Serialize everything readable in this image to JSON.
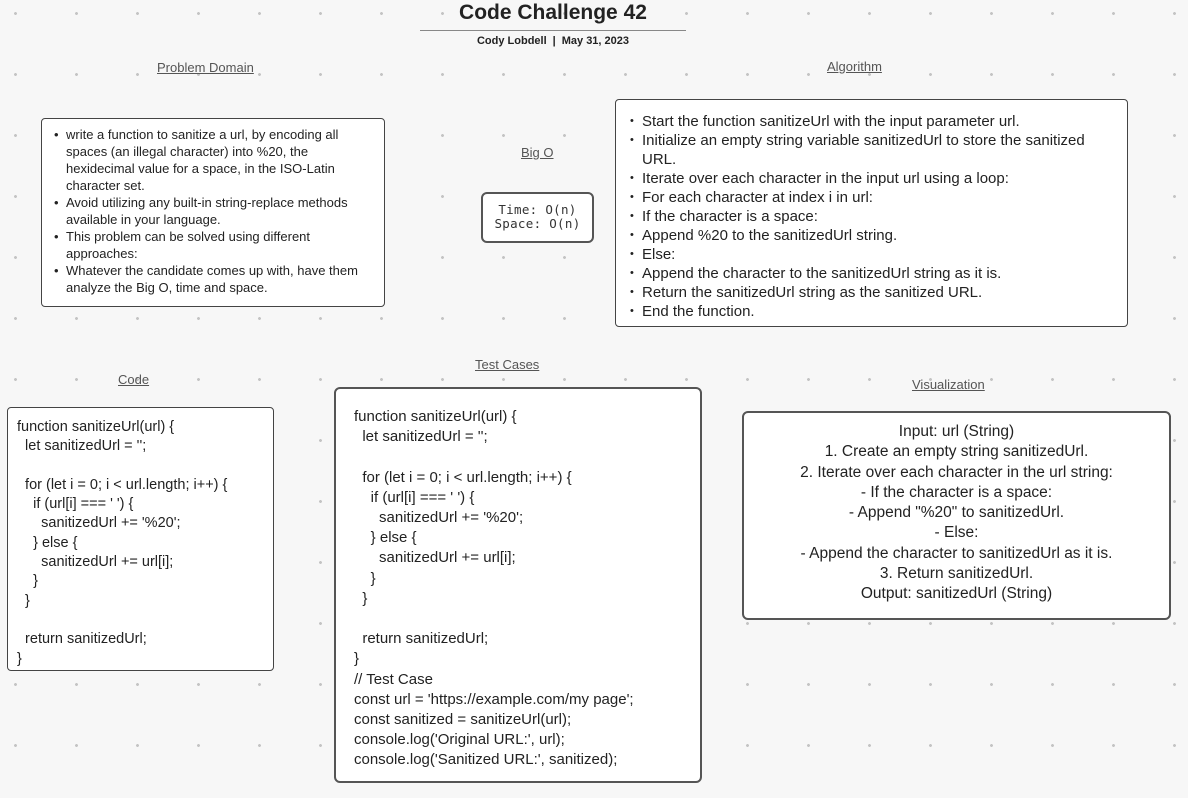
{
  "header": {
    "title": "Code Challenge 42",
    "author": "Cody Lobdell",
    "separator": "|",
    "date": "May 31, 2023"
  },
  "problem_domain": {
    "heading": "Problem Domain",
    "items": [
      "write a function to sanitize a url, by encoding all spaces (an illegal character) into %20, the hexidecimal value for a space, in the ISO-Latin character set.",
      "Avoid utilizing any built-in string-replace methods available in your language.",
      "This problem can be solved using different approaches:",
      "Whatever the candidate comes up with, have them analyze the Big O, time and space."
    ]
  },
  "big_o": {
    "heading": "Big O",
    "time": "Time: O(n)",
    "space": "Space: O(n)"
  },
  "algorithm": {
    "heading": "Algorithm",
    "items": [
      "Start the function sanitizeUrl with the input parameter url.",
      "Initialize an empty string variable sanitizedUrl to store the sanitized URL.",
      "Iterate over each character in the input url using a loop:",
      "For each character at index i in url:",
      "If the character is a space:",
      "Append %20 to the sanitizedUrl string.",
      "Else:",
      "Append the character to the sanitizedUrl string as it is.",
      "Return the sanitizedUrl string as the sanitized URL.",
      "End the function."
    ]
  },
  "code": {
    "heading": "Code",
    "lines": [
      "function sanitizeUrl(url) {",
      "  let sanitizedUrl = '';",
      "",
      "  for (let i = 0; i < url.length; i++) {",
      "    if (url[i] === ' ') {",
      "      sanitizedUrl += '%20';",
      "    } else {",
      "      sanitizedUrl += url[i];",
      "    }",
      "  }",
      "",
      "  return sanitizedUrl;",
      "}"
    ]
  },
  "test_cases": {
    "heading": "Test Cases",
    "lines": [
      "function sanitizeUrl(url) {",
      "  let sanitizedUrl = '';",
      "",
      "  for (let i = 0; i < url.length; i++) {",
      "    if (url[i] === ' ') {",
      "      sanitizedUrl += '%20';",
      "    } else {",
      "      sanitizedUrl += url[i];",
      "    }",
      "  }",
      "",
      "  return sanitizedUrl;",
      "}",
      "// Test Case",
      "const url = 'https://example.com/my page';",
      "const sanitized = sanitizeUrl(url);",
      "console.log('Original URL:', url);",
      "console.log('Sanitized URL:', sanitized);"
    ]
  },
  "visualization": {
    "heading": "Visualization",
    "lines": [
      "Input: url (String)",
      "1. Create an empty string sanitizedUrl.",
      "2. Iterate over each character in the url string:",
      "- If the character is a space:",
      "- Append \"%20\" to sanitizedUrl.",
      "- Else:",
      "- Append the character to sanitizedUrl as it is.",
      "3. Return sanitizedUrl.",
      "Output: sanitizedUrl (String)"
    ]
  }
}
